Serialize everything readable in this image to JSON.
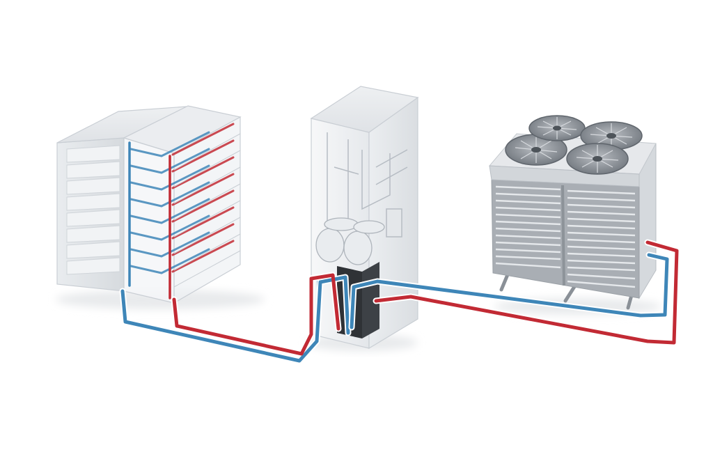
{
  "diagram": {
    "components": [
      {
        "id": "server-rack",
        "kind": "server-rack-with-heat-exchanger"
      },
      {
        "id": "pump-unit",
        "kind": "cooling-distribution-unit"
      },
      {
        "id": "dry-cooler",
        "kind": "dry-cooler",
        "fans": 4
      }
    ],
    "pipes": [
      {
        "id": "supply-pipe",
        "medium": "cold",
        "from": "dry-cooler",
        "to": "server-rack",
        "color": "#3e86b8"
      },
      {
        "id": "return-pipe",
        "medium": "hot",
        "from": "server-rack",
        "to": "dry-cooler",
        "color": "#c22a34"
      }
    ],
    "colors": {
      "cold": "#3e86b8",
      "hot": "#c22a34",
      "housing": "#eceff2",
      "housing_edge": "#c9ced4",
      "grille": "#8e949a",
      "fan": "#7a8088"
    }
  }
}
